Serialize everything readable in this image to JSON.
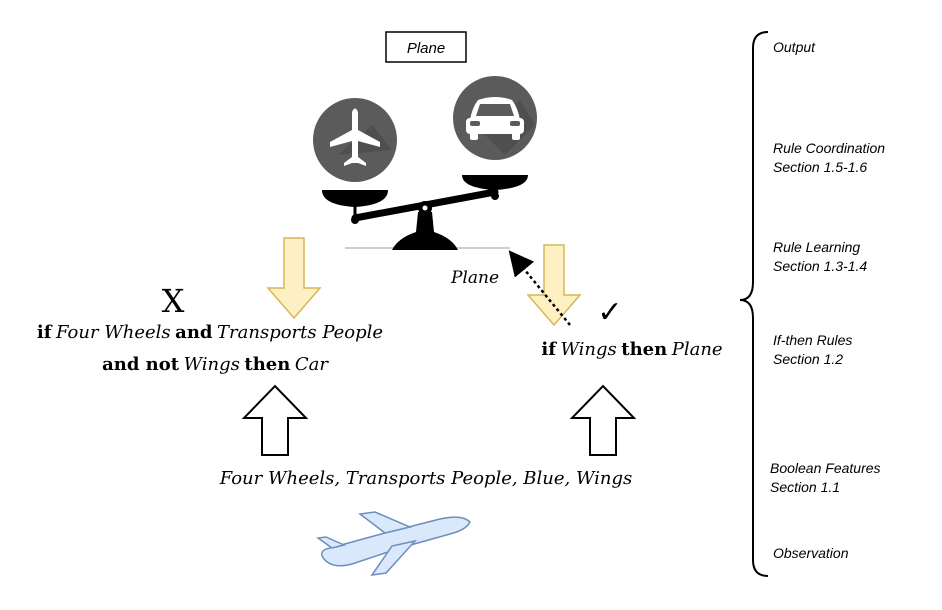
{
  "output_box": {
    "label": "Plane"
  },
  "decision": {
    "label": "Plane"
  },
  "rule_car": {
    "if": "if",
    "a": "Four Wheels",
    "and1": "and",
    "b": "Transports People",
    "and_not": "and not",
    "c": "Wings",
    "then": "then",
    "d": "Car",
    "status_glyph": "X"
  },
  "rule_plane": {
    "if": "if",
    "a": "Wings",
    "then": "then",
    "b": "Plane",
    "status_glyph": "✓"
  },
  "features": {
    "text": "Four Wheels, Transports People, Blue, Wings"
  },
  "levels": [
    {
      "title": "Output",
      "subtitle": ""
    },
    {
      "title": "Rule Coordination",
      "subtitle": "Section 1.5-1.6"
    },
    {
      "title": "Rule Learning",
      "subtitle": "Section 1.3-1.4"
    },
    {
      "title": "If-then Rules",
      "subtitle": "Section 1.2"
    },
    {
      "title": "Boolean Features",
      "subtitle": "Section 1.1"
    },
    {
      "title": "Observation",
      "subtitle": ""
    }
  ],
  "icons": {
    "plane_circle": "airplane-icon",
    "car_circle": "car-icon",
    "scale": "balance-scale-icon",
    "observation": "airplane-silhouette-icon"
  },
  "colors": {
    "yellow_arrow_fill": "#fdf0c3",
    "yellow_arrow_stroke": "#d6b656",
    "circle_bg": "#5b5b5b",
    "observation_fill": "#dae8fc",
    "observation_stroke": "#6c8ebf"
  }
}
